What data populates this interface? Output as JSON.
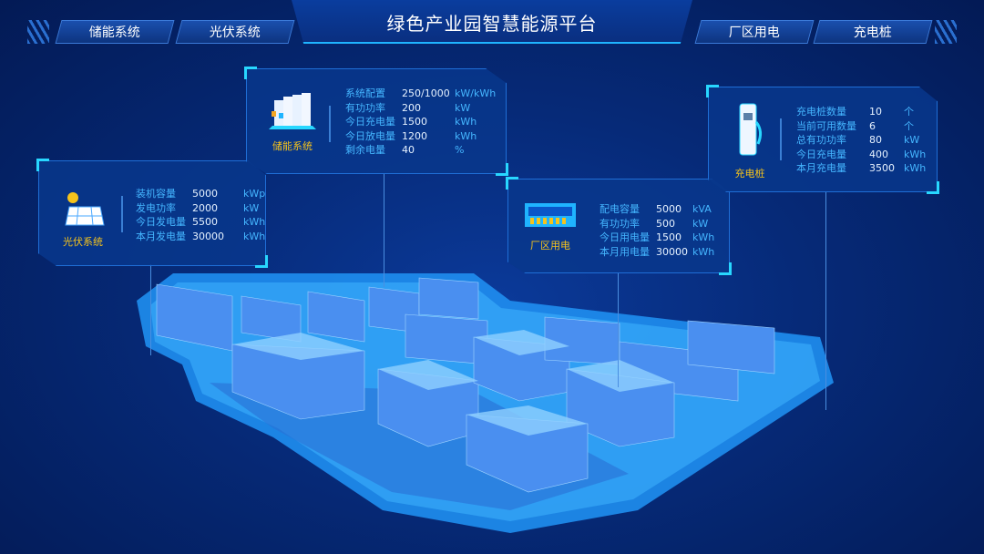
{
  "header": {
    "title": "绿色产业园智慧能源平台",
    "tabs_left": [
      "储能系统",
      "光伏系统"
    ],
    "tabs_right": [
      "厂区用电",
      "充电桩"
    ]
  },
  "cards": {
    "pv": {
      "title": "光伏系统",
      "icon": "solar-panel-icon",
      "rows": [
        [
          "装机容量",
          "5000",
          "kWp"
        ],
        [
          "发电功率",
          "2000",
          "kW"
        ],
        [
          "今日发电量",
          "5500",
          "kWh"
        ],
        [
          "本月发电量",
          "30000",
          "kWh"
        ]
      ]
    },
    "storage": {
      "title": "储能系统",
      "icon": "battery-cabinet-icon",
      "rows": [
        [
          "系统配置",
          "250/1000",
          "kW/kWh"
        ],
        [
          "有功功率",
          "200",
          "kW"
        ],
        [
          "今日充电量",
          "1500",
          "kWh"
        ],
        [
          "今日放电量",
          "1200",
          "kWh"
        ],
        [
          "剩余电量",
          "40",
          "%"
        ]
      ]
    },
    "factory": {
      "title": "厂区用电",
      "icon": "factory-panel-icon",
      "rows": [
        [
          "配电容量",
          "5000",
          "kVA"
        ],
        [
          "有功功率",
          "500",
          "kW"
        ],
        [
          "今日用电量",
          "1500",
          "kWh"
        ],
        [
          "本月用电量",
          "30000",
          "kWh"
        ]
      ]
    },
    "charger": {
      "title": "充电桩",
      "icon": "charging-pile-icon",
      "rows": [
        [
          "充电桩数量",
          "10",
          "个"
        ],
        [
          "当前可用数量",
          "6",
          "个"
        ],
        [
          "总有功功率",
          "80",
          "kW"
        ],
        [
          "今日充电量",
          "400",
          "kWh"
        ],
        [
          "本月充电量",
          "3500",
          "kWh"
        ]
      ]
    }
  },
  "colors": {
    "label": "#45b6ff",
    "title": "#f5c31c",
    "accent": "#28d7ff"
  }
}
